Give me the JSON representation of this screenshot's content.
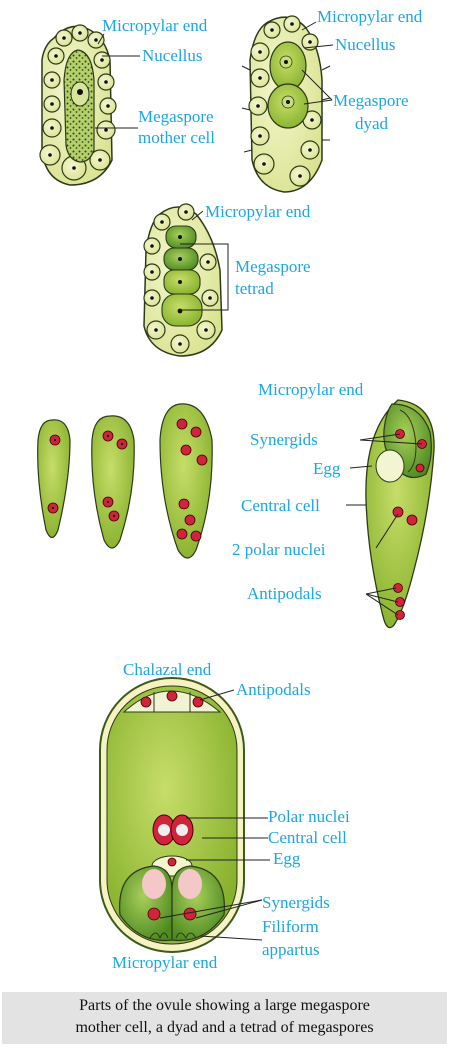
{
  "panel1": {
    "micropylar_end": "Micropylar end",
    "nucellus": "Nucellus",
    "mmc_line1": "Megaspore",
    "mmc_line2": "mother cell"
  },
  "panel2": {
    "micropylar_end": "Micropylar end",
    "nucellus": "Nucellus",
    "dyad_line1": "Megaspore",
    "dyad_line2": "dyad"
  },
  "panel3": {
    "micropylar_end": "Micropylar end",
    "tetrad_line1": "Megaspore",
    "tetrad_line2": "tetrad"
  },
  "panel4": {
    "micropylar_end": "Micropylar end",
    "synergids": "Synergids",
    "egg": "Egg",
    "central_cell": "Central cell",
    "polar_nuclei": "2 polar nuclei",
    "antipodals": "Antipodals"
  },
  "panel5": {
    "chalazal_end": "Chalazal end",
    "antipodals": "Antipodals",
    "polar_nuclei": "Polar nuclei",
    "central_cell": "Central cell",
    "egg": "Egg",
    "synergids": "Synergids",
    "filiform_line1": "Filiform",
    "filiform_line2": "appartus",
    "micropylar_end": "Micropylar end"
  },
  "caption": {
    "line1": "Parts of the ovule showing a large megaspore",
    "line2": "mother cell, a dyad and a tetrad of megaspores"
  },
  "colors": {
    "label": "#1aa7e6",
    "cell_fill": "#e6ebb0",
    "sac_fill": "#9cc43c",
    "nucleus_red": "#d0243c",
    "caption_bg": "#e3e3e3"
  }
}
